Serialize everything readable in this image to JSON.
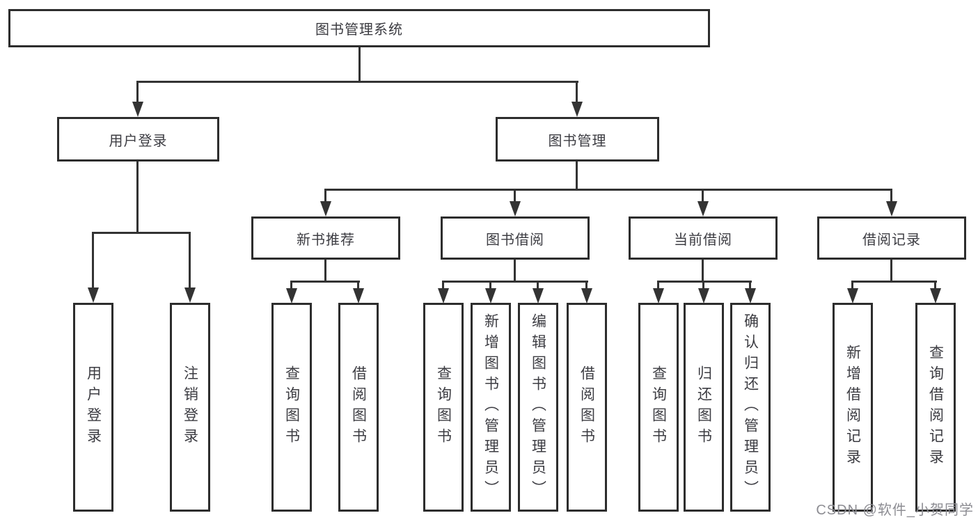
{
  "diagram": {
    "root": {
      "label": "图书管理系统"
    },
    "level2": [
      {
        "label": "用户登录"
      },
      {
        "label": "图书管理"
      }
    ],
    "level3": [
      {
        "label": "新书推荐"
      },
      {
        "label": "图书借阅"
      },
      {
        "label": "当前借阅"
      },
      {
        "label": "借阅记录"
      }
    ],
    "leaves": {
      "user_login": [
        "用户登录",
        "注销登录"
      ],
      "new_book": [
        "查询图书",
        "借阅图书"
      ],
      "borrowing": [
        "查询图书",
        "新增图书（管理员）",
        "编辑图书（管理员）",
        "借阅图书"
      ],
      "current": [
        "查询图书",
        "归还图书",
        "确认归还（管理员）"
      ],
      "records": [
        "新增借阅记录",
        "查询借阅记录"
      ]
    }
  },
  "colors": {
    "line": "#333333",
    "border": "#2d2d2d",
    "text": "#3c3c42",
    "watermark": "#8d8d93"
  },
  "watermark": {
    "text": "CSDN @软件_小贺同学"
  }
}
